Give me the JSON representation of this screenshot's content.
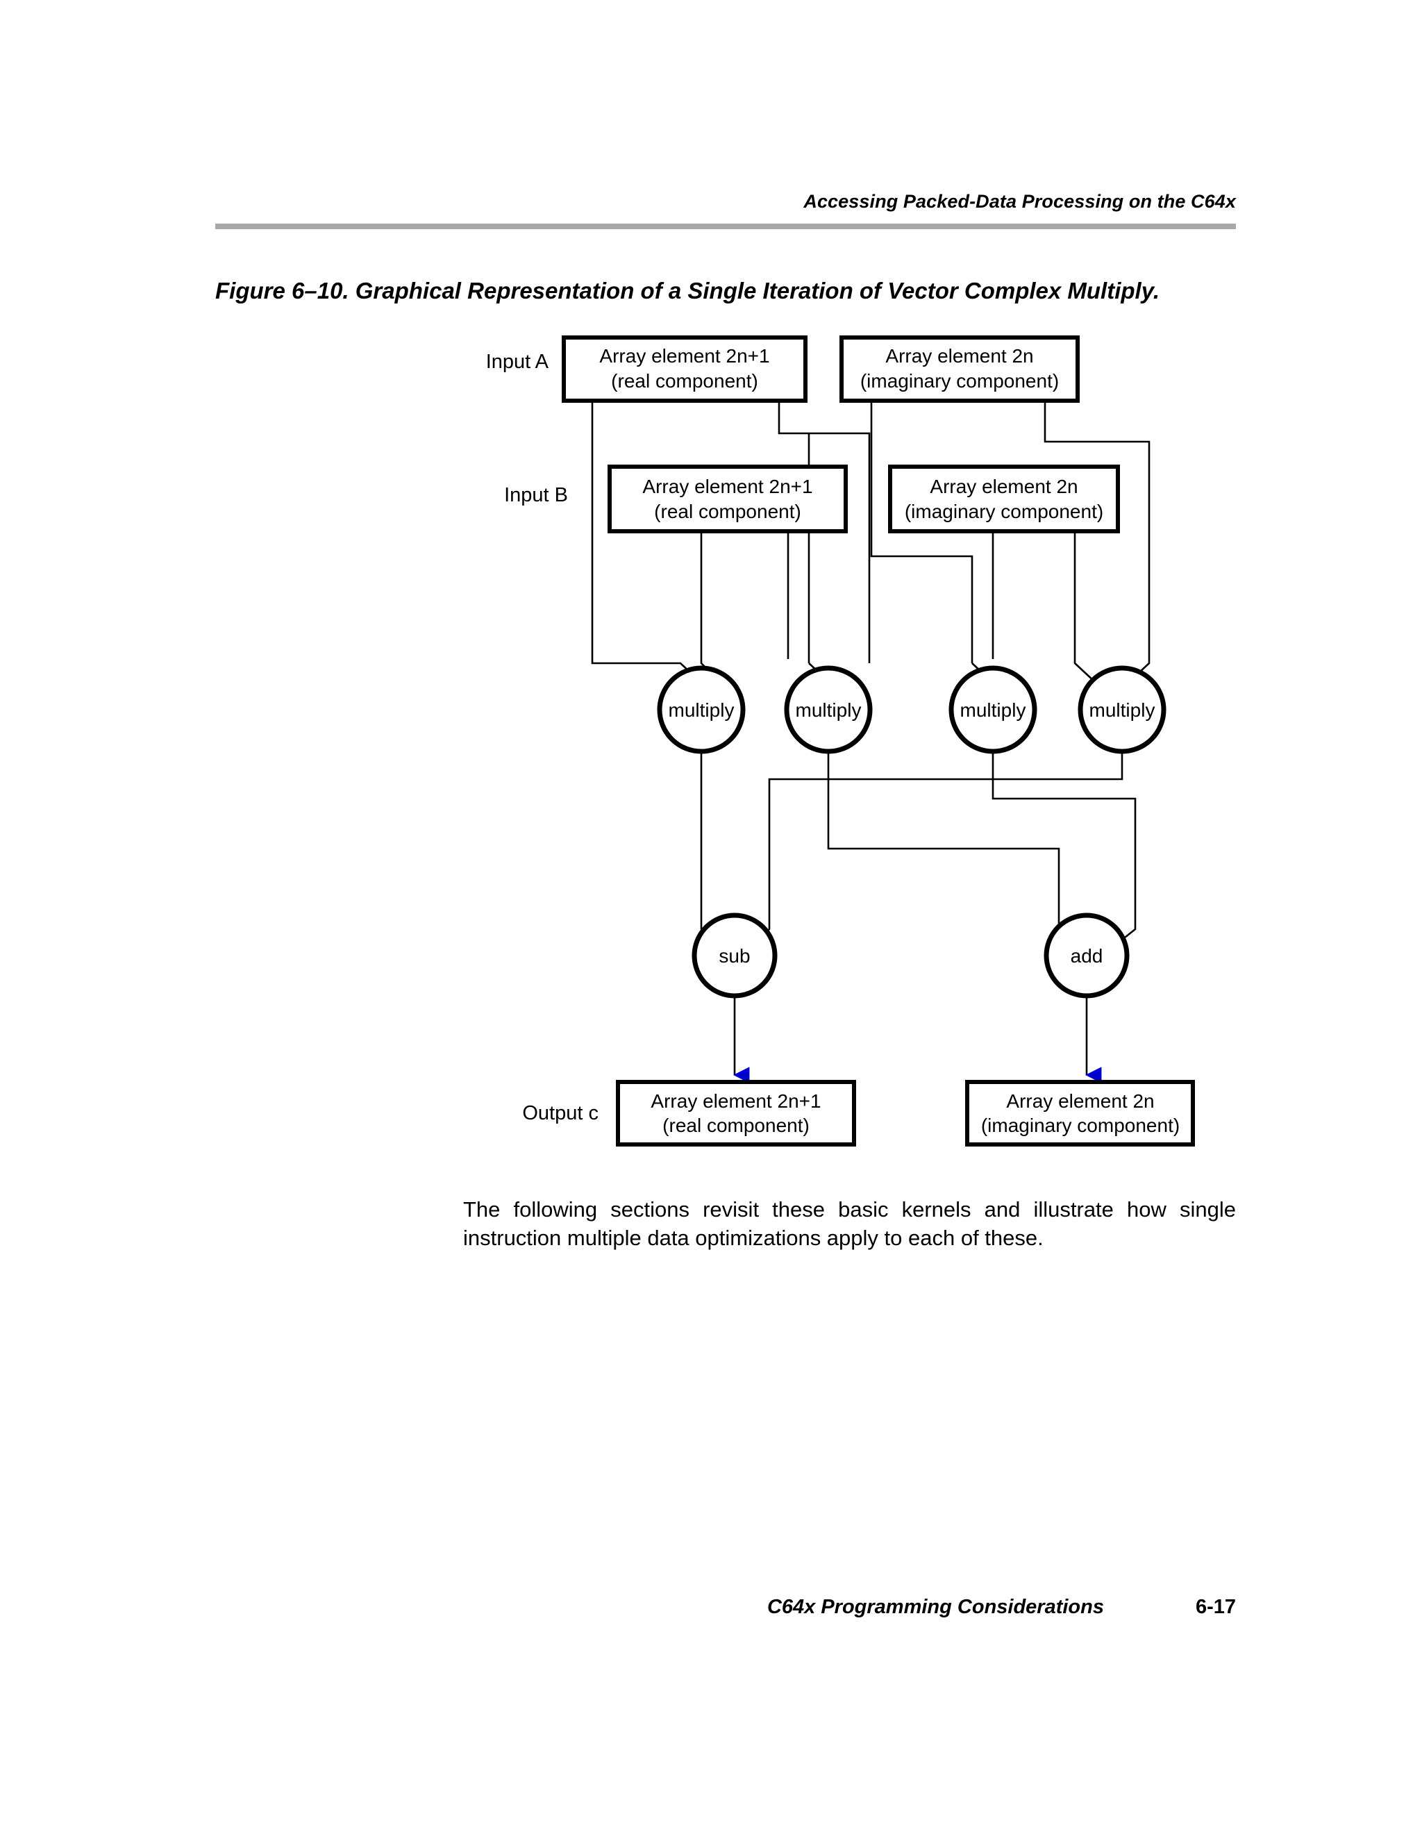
{
  "header": {
    "running_title": "Accessing Packed-Data Processing on the C64x"
  },
  "figure": {
    "caption": "Figure 6–10.  Graphical Representation of a Single Iteration of Vector Complex Multiply.",
    "row_labels": {
      "input_a": "Input A",
      "input_b": "Input B",
      "output_c": "Output c"
    },
    "boxes": {
      "a_real": {
        "line1": "Array element 2n+1",
        "line2": "(real component)"
      },
      "a_imag": {
        "line1": "Array element 2n",
        "line2": "(imaginary component)"
      },
      "b_real": {
        "line1": "Array element 2n+1",
        "line2": "(real component)"
      },
      "b_imag": {
        "line1": "Array element 2n",
        "line2": "(imaginary component)"
      },
      "c_real": {
        "line1": "Array element 2n+1",
        "line2": "(real component)"
      },
      "c_imag": {
        "line1": "Array element 2n",
        "line2": "(imaginary component)"
      }
    },
    "operators": {
      "multiply_1": "multiply",
      "multiply_2": "multiply",
      "multiply_3": "multiply",
      "multiply_4": "multiply",
      "sub": "sub",
      "add": "add"
    },
    "colors": {
      "arrow": "#0000d0",
      "stroke": "#000000",
      "box_fill": "#ffffff",
      "header_rule": "#a8a8a8"
    }
  },
  "body": {
    "paragraph": "The following sections revisit these basic kernels and illustrate how single instruction multiple data optimizations apply to each of these."
  },
  "footer": {
    "title": "C64x Programming Considerations",
    "page_number": "6-17"
  }
}
